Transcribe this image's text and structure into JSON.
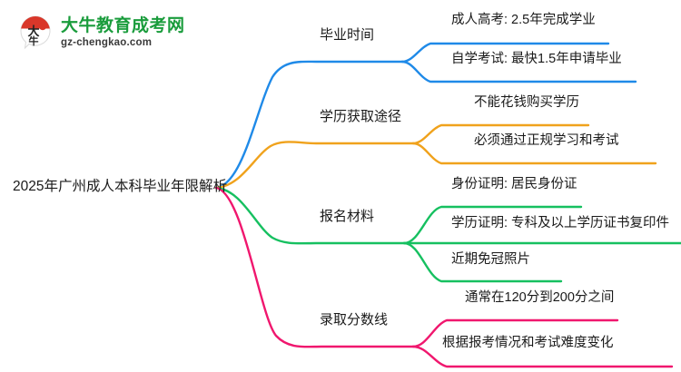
{
  "logo": {
    "mark_text": "大牛",
    "title": "大牛教育成考网",
    "subtitle": "gz-chengkao.com",
    "brand_green": "#1a9c3c",
    "brand_red": "#d9372a"
  },
  "mindmap": {
    "root": {
      "label": "2025年广州成人本科毕业年限解析"
    },
    "branches": [
      {
        "label": "毕业时间",
        "color": "#1f8ae8",
        "leaves": [
          {
            "label": "成人高考: 2.5年完成学业"
          },
          {
            "label": "自学考试: 最快1.5年申请毕业"
          }
        ]
      },
      {
        "label": "学历获取途径",
        "color": "#f0a21c",
        "leaves": [
          {
            "label": "不能花钱购买学历"
          },
          {
            "label": "必须通过正规学习和考试"
          }
        ]
      },
      {
        "label": "报名材料",
        "color": "#16c060",
        "leaves": [
          {
            "label": "身份证明: 居民身份证"
          },
          {
            "label": "学历证明: 专科及以上学历证书复印件"
          },
          {
            "label": "近期免冠照片"
          }
        ]
      },
      {
        "label": "录取分数线",
        "color": "#f0176e",
        "leaves": [
          {
            "label": "通常在120分到200分之间"
          },
          {
            "label": "根据报考情况和考试难度变化"
          }
        ]
      }
    ]
  }
}
